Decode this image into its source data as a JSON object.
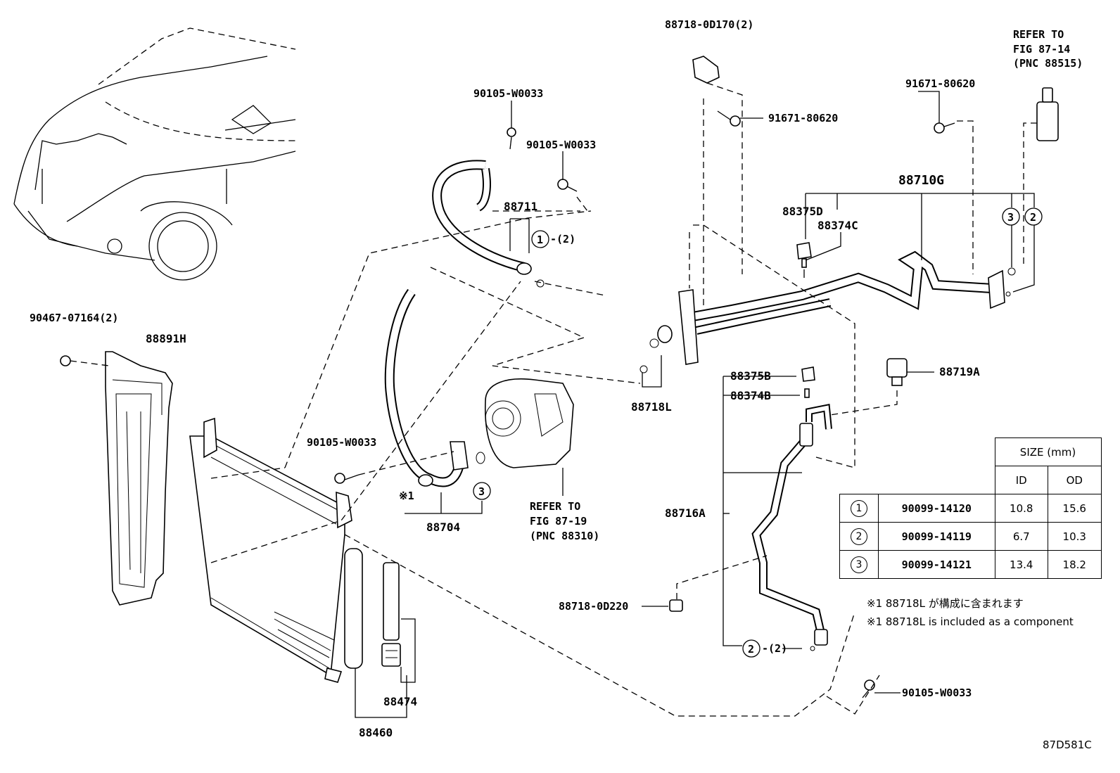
{
  "diagram_id": "87D581C",
  "labels": {
    "p887180d170": "88718-0D170(2)",
    "p91671_top": "91671-80620",
    "p91671_right": "91671-80620",
    "refer_top_1": "REFER TO",
    "refer_top_2": "FIG 87-14",
    "refer_top_3": "(PNC 88515)",
    "p90105_a": "90105-W0033",
    "p90105_b": "90105-W0033",
    "p90105_c": "90105-W0033",
    "p90105_d": "90105-W0033",
    "p88711": "88711",
    "p88711_sub": "-(2)",
    "p88710g": "88710G",
    "p88375d": "88375D",
    "p88374c": "88374C",
    "p90467": "90467-07164(2)",
    "p88891h": "88891H",
    "p88718l": "88718L",
    "p88375b": "88375B",
    "p88374b": "88374B",
    "p88719a": "88719A",
    "p88704": "88704",
    "p88704_mark": "※1",
    "refer_mid_1": "REFER TO",
    "refer_mid_2": "FIG 87-19",
    "refer_mid_3": "(PNC 88310)",
    "p88716a": "88716A",
    "p887180d220": "88718-0D220",
    "p88716a_sub": "-(2)",
    "p88474": "88474",
    "p88460": "88460",
    "note_jp": "※1 88718L が構成に含まれます",
    "note_en": "※1 88718L is included as a component"
  },
  "circles": {
    "c1": "1",
    "c2": "2",
    "c3": "3"
  },
  "size_table": {
    "header": "SIZE (mm)",
    "col_id": "ID",
    "col_od": "OD",
    "rows": [
      {
        "ref": "1",
        "part": "90099-14120",
        "id": "10.8",
        "od": "15.6"
      },
      {
        "ref": "2",
        "part": "90099-14119",
        "id": "6.7",
        "od": "10.3"
      },
      {
        "ref": "3",
        "part": "90099-14121",
        "id": "13.4",
        "od": "18.2"
      }
    ]
  }
}
